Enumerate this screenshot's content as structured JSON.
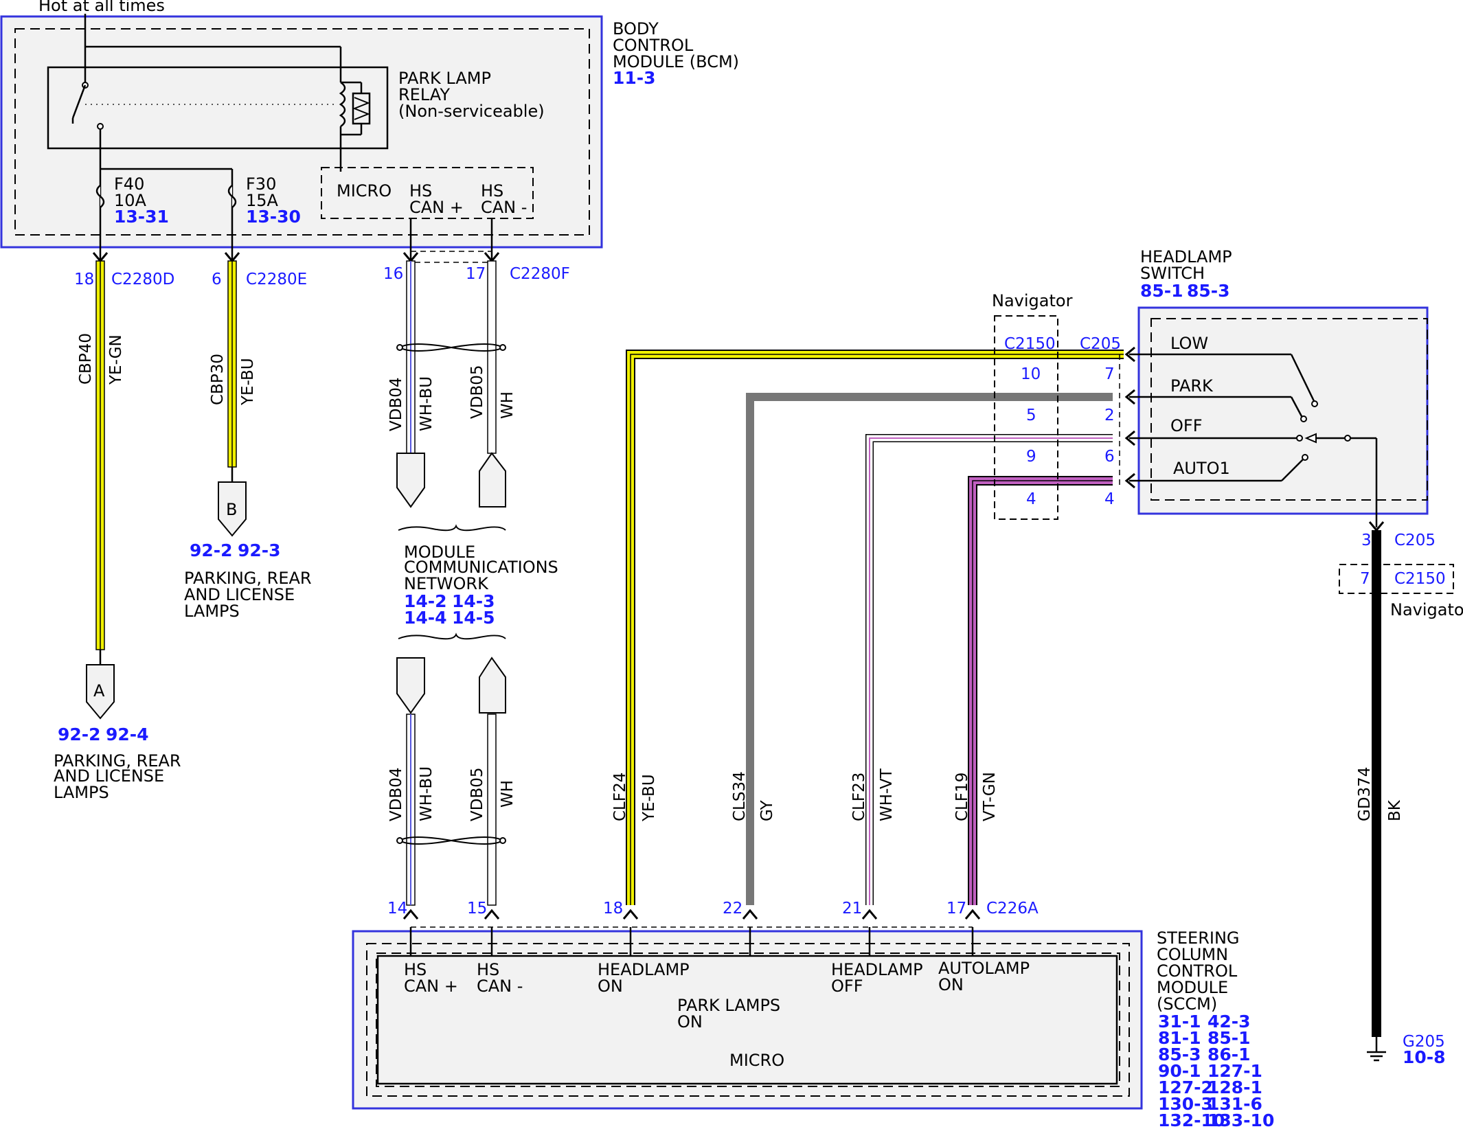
{
  "hot_label": "Hot at all times",
  "bcm": {
    "title_lines": [
      "BODY",
      "CONTROL",
      "MODULE (BCM)"
    ],
    "ref": "11-3",
    "relay_lines": [
      "PARK LAMP",
      "RELAY",
      "(Non-serviceable)"
    ],
    "fuse1": {
      "name": "F40",
      "amps": "10A",
      "ref": "13-31"
    },
    "fuse2": {
      "name": "F30",
      "amps": "15A",
      "ref": "13-30"
    },
    "micro": "MICRO",
    "hs_can_plus": [
      "HS",
      "CAN +"
    ],
    "hs_can_minus": [
      "HS",
      "CAN -"
    ]
  },
  "bcm_pins": [
    {
      "pin": "18",
      "conn": "C2280D"
    },
    {
      "pin": "6",
      "conn": "C2280E"
    },
    {
      "pin": "16",
      "conn": ""
    },
    {
      "pin": "17",
      "conn": "C2280F"
    }
  ],
  "upper_wires": [
    {
      "circuit": "CBP40",
      "color": "YE-GN"
    },
    {
      "circuit": "CBP30",
      "color": "YE-BU"
    },
    {
      "circuit": "VDB04",
      "color": "WH-BU"
    },
    {
      "circuit": "VDB05",
      "color": "WH"
    }
  ],
  "connector_a": {
    "letter": "A",
    "refs": [
      "92-2",
      "92-4"
    ],
    "desc_lines": [
      "PARKING, REAR",
      "AND LICENSE",
      "LAMPS"
    ]
  },
  "connector_b": {
    "letter": "B",
    "refs": [
      "92-2",
      "92-3"
    ],
    "desc_lines": [
      "PARKING, REAR",
      "AND LICENSE",
      "LAMPS"
    ]
  },
  "network": {
    "lines": [
      "MODULE",
      "COMMUNICATIONS",
      "NETWORK"
    ],
    "refs": [
      "14-2",
      "14-3",
      "14-4",
      "14-5"
    ]
  },
  "headlamp_switch": {
    "title_lines": [
      "HEADLAMP",
      "SWITCH"
    ],
    "refs": [
      "85-1",
      "85-3"
    ],
    "positions": [
      "LOW",
      "PARK",
      "OFF",
      "AUTO1"
    ]
  },
  "navigator": {
    "label": "Navigator",
    "conn": "C2150",
    "switch_conn": "C205",
    "pins_nav": [
      "10",
      "5",
      "9",
      "4"
    ],
    "pins_sw": [
      "7",
      "2",
      "6",
      "4"
    ]
  },
  "ground": {
    "pin": "3",
    "conn": "C205",
    "nav_pin": "7",
    "nav_conn": "C2150",
    "nav_label": "Navigator",
    "circuit": "GD374",
    "color": "BK",
    "ground_name": "G205",
    "ground_ref": "10-8"
  },
  "lower_wires": [
    {
      "circuit": "VDB04",
      "color": "WH-BU"
    },
    {
      "circuit": "VDB05",
      "color": "WH"
    },
    {
      "circuit": "CLF24",
      "color": "YE-BU"
    },
    {
      "circuit": "CLS34",
      "color": "GY"
    },
    {
      "circuit": "CLF23",
      "color": "WH-VT"
    },
    {
      "circuit": "CLF19",
      "color": "VT-GN"
    }
  ],
  "sccm_pins": {
    "pins": [
      "14",
      "15",
      "18",
      "22",
      "21",
      "17"
    ],
    "conn": "C226A"
  },
  "sccm": {
    "title_lines": [
      "STEERING",
      "COLUMN",
      "CONTROL",
      "MODULE",
      "(SCCM)"
    ],
    "refs": [
      "31-1",
      "42-3",
      "81-1",
      "85-1",
      "85-3",
      "86-1",
      "90-1",
      "127-1",
      "127-2",
      "128-1",
      "130-3",
      "131-6",
      "132-10",
      "133-10"
    ],
    "hs_can_plus": [
      "HS",
      "CAN +"
    ],
    "hs_can_minus": [
      "HS",
      "CAN -"
    ],
    "headlamp_on": [
      "HEADLAMP",
      "ON"
    ],
    "headlamp_off": [
      "HEADLAMP",
      "OFF"
    ],
    "autolamp_on": [
      "AUTOLAMP",
      "ON"
    ],
    "park_lamps_on": [
      "PARK LAMPS",
      "ON"
    ],
    "micro": "MICRO"
  },
  "colors": {
    "module_border": "#3333dd",
    "module_fill": "#f2f2f2",
    "ref_blue": "#1a1aff",
    "yellow": "#f0f000",
    "violet": "#c060c0",
    "gray": "#777777",
    "blue_stripe": "#5555dd"
  }
}
